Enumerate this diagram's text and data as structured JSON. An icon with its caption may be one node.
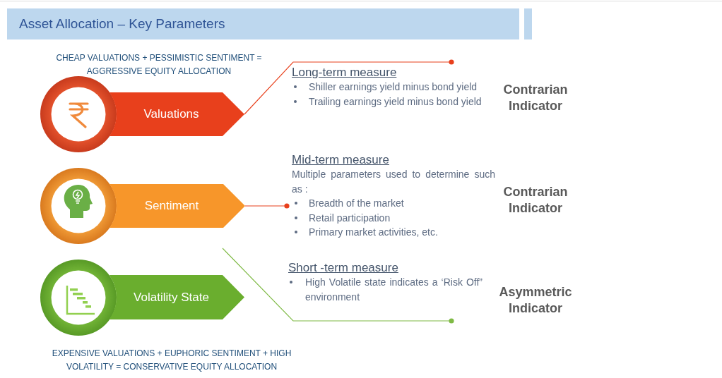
{
  "diagram": {
    "title": "Asset Allocation – Key Parameters",
    "nodes": [
      {
        "text": [
          "Valuations"
        ]
      },
      {
        "text": [
          "Sentiment"
        ]
      },
      {
        "text": [
          "Volatility State"
        ]
      },
      {
        "text": [
          "Long-term measure",
          "Shiller earnings yield minus bond yield",
          "Trailing earnings yield minus bond yield"
        ],
        "beside": [
          "Contrarian Indicator"
        ]
      },
      {
        "text": [
          "Mid-term measure",
          "Multiple parameters used to determine such as :",
          "Breadth of the market",
          "Retail participation",
          "Primary market activities, etc."
        ],
        "beside": [
          "Contrarian Indicator"
        ]
      },
      {
        "text": [
          "Short -term measure",
          "High Volatile state indicates a ‘Risk Off” environment"
        ],
        "beside": [
          "Asymmetric Indicator"
        ]
      }
    ],
    "edges": [
      {
        "from": 0,
        "to": 3,
        "arrow": "other"
      },
      {
        "from": 1,
        "to": 4,
        "arrow": "other"
      },
      {
        "from": null,
        "to": 5,
        "arrow": "other",
        "color": "#7fba45"
      }
    ],
    "labels": [
      "CHEAP VALUATIONS + PESSIMISTIC SENTIMENT = AGGRESSIVE EQUITY ALLOCATION",
      "EXPENSIVE VALUATIONS + EUPHORIC SENTIMENT + HIGH VOLATILITY = CONSERVATIVE EQUITY ALLOCATION"
    ]
  }
}
